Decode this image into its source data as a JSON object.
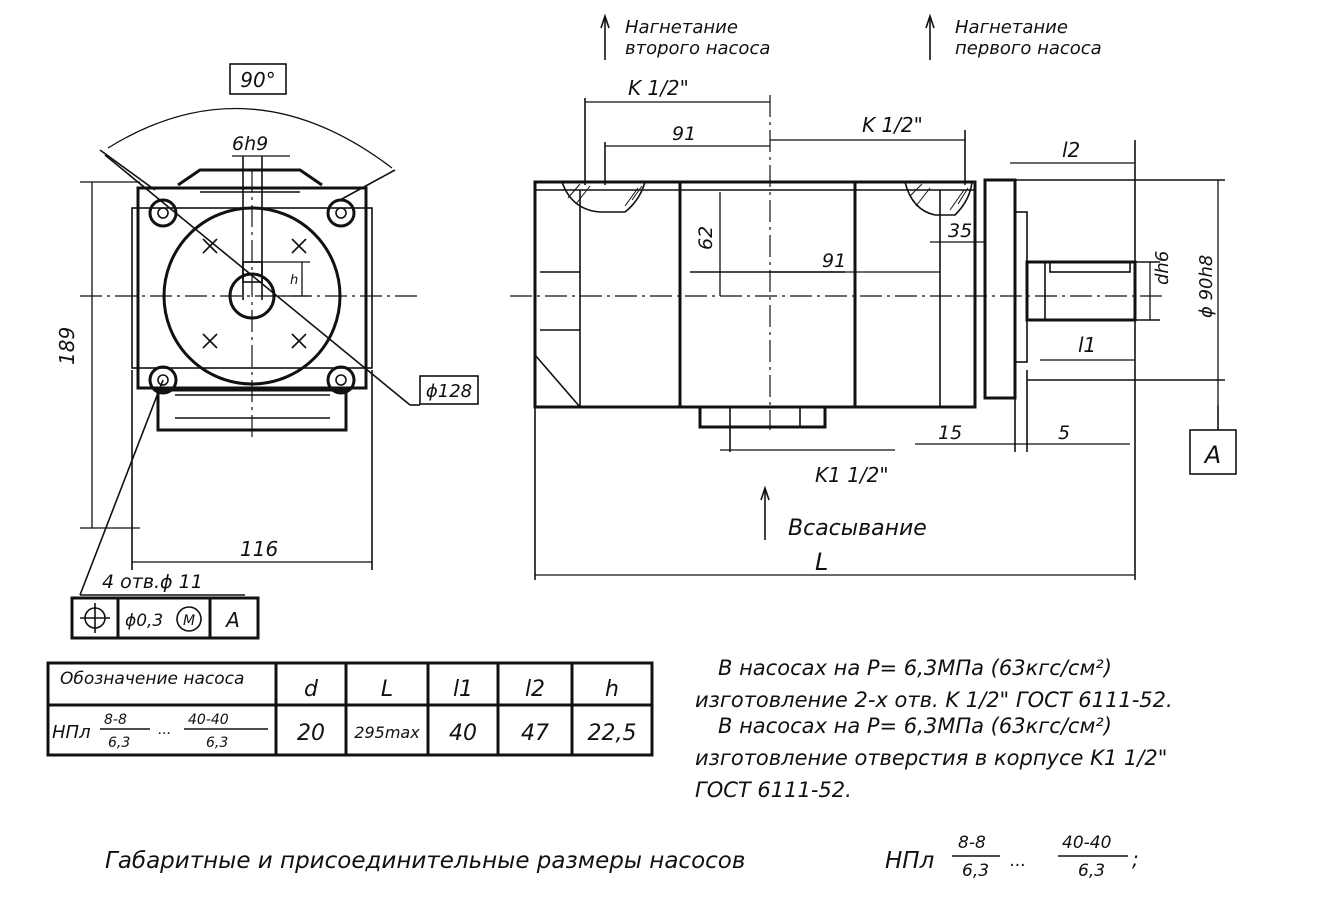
{
  "caption": {
    "main": "Габаритные и присоединительные размеры насосов",
    "pump": "НПл",
    "frac1_num": "8-8",
    "frac1_den": "6,3",
    "dots": "...",
    "frac2_num": "40-40",
    "frac2_den": "6,3",
    "end": ";"
  },
  "labels": {
    "discharge_second_1": "Нагнетание",
    "discharge_second_2": "второго насоса",
    "discharge_first_1": "Нагнетание",
    "discharge_first_2": "первого насоса",
    "suction": "Всасывание",
    "datum_a": "A"
  },
  "dimensions": {
    "angle": "90°",
    "key": "6h9",
    "height": "189",
    "width": "116",
    "diameter": "ϕ128",
    "h": "h",
    "holes": "4 отв.ϕ 11",
    "port_top_left": "K 1/2\"",
    "port_top_right": "K 1/2\"",
    "port_bottom": "K1 1/2\"",
    "d91_top": "91",
    "d91_mid": "91",
    "d62": "62",
    "d35": "35",
    "d15": "15",
    "d5": "5",
    "l2": "l2",
    "l1": "l1",
    "dh6": "dh6",
    "phi90": "ϕ 90h8",
    "L": "L"
  },
  "tolerance_frame": {
    "symbol": "⊕",
    "value": "ϕ0,3",
    "modifier": "M",
    "datum": "A"
  },
  "table": {
    "headers": [
      "Обозначение насоса",
      "d",
      "L",
      "l1",
      "l2",
      "h"
    ],
    "row": {
      "designation": "НПл",
      "frac1_num": "8-8",
      "frac1_den": "6,3",
      "dots": "...",
      "frac2_num": "40-40",
      "frac2_den": "6,3",
      "values": [
        "20",
        "295max",
        "40",
        "47",
        "22,5"
      ]
    }
  },
  "notes": [
    "В насосах на P= 6,3МПа (63кгс/см²)",
    "изготовление 2-х отв. K 1/2\" ГОСТ 6111-52.",
    "В насосах на P= 6,3МПа (63кгс/см²)",
    "изготовление отверстия в корпусе K1 1/2\"",
    "ГОСТ 6111-52."
  ]
}
